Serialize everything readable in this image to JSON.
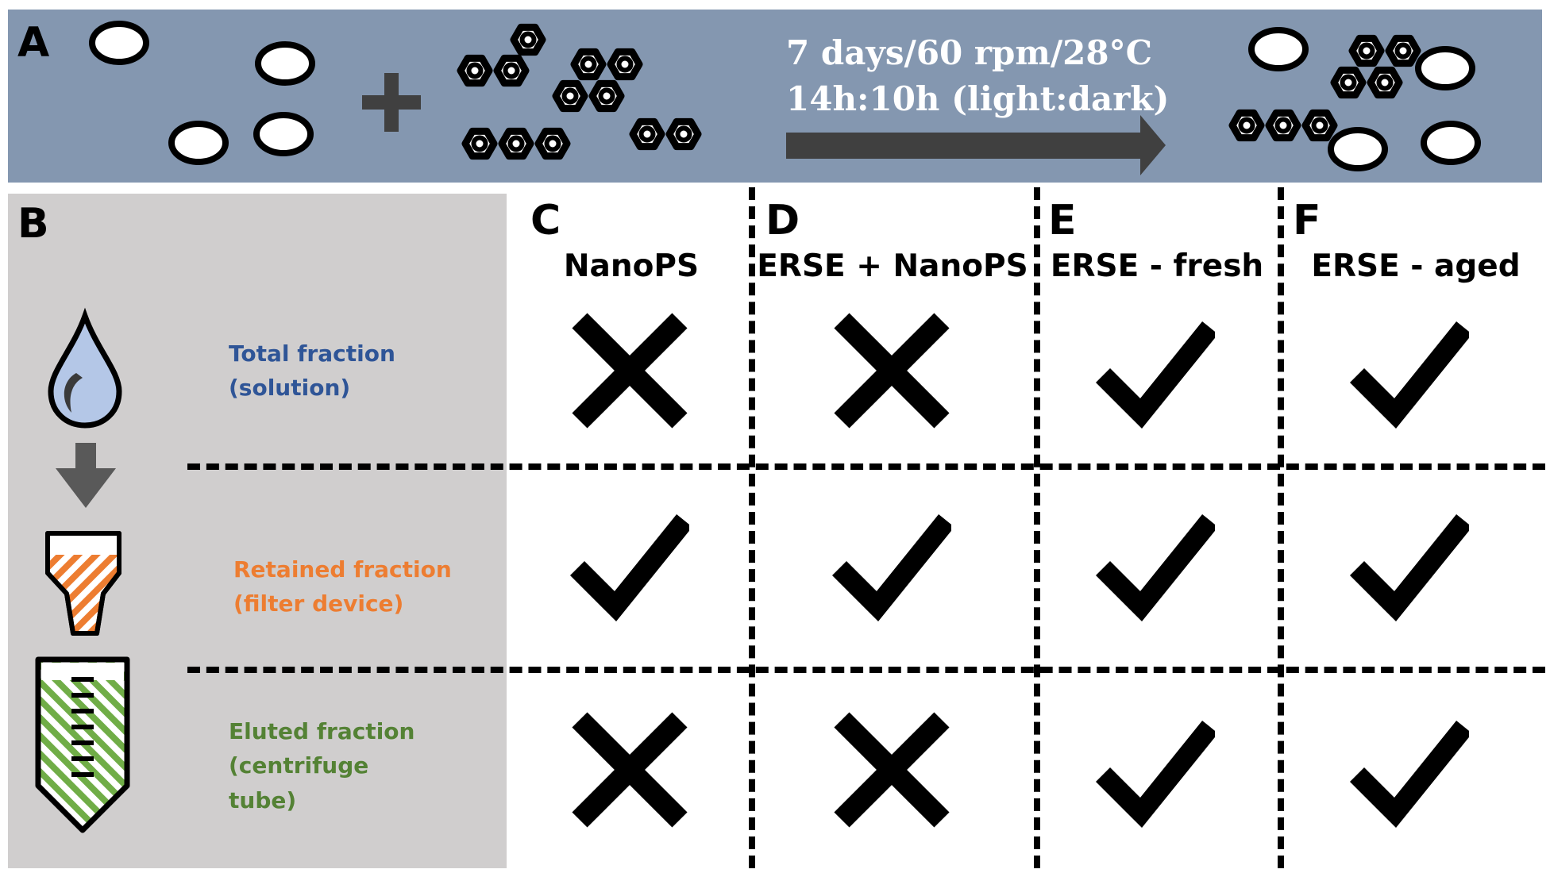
{
  "panels": {
    "a": {
      "letter": "A",
      "conditions_line1": "7 days/60 rpm/28°C",
      "conditions_line2": "14h:10h (light:dark)"
    },
    "b": {
      "letter": "B",
      "fractions": [
        {
          "label": "Total fraction\n(solution)",
          "color": "#2f5597"
        },
        {
          "label": "Retained fraction\n(filter device)",
          "color": "#ed7d31"
        },
        {
          "label": "Eluted fraction\n(centrifuge\ntube)",
          "color": "#548235"
        }
      ]
    },
    "columns": [
      {
        "letter": "C",
        "title": "NanoPS",
        "results": [
          "cross",
          "check",
          "cross"
        ]
      },
      {
        "letter": "D",
        "title": "ERSE + NanoPS",
        "results": [
          "cross",
          "check",
          "cross"
        ]
      },
      {
        "letter": "E",
        "title": "ERSE - fresh",
        "results": [
          "check",
          "check",
          "check"
        ]
      },
      {
        "letter": "F",
        "title": "ERSE - aged",
        "results": [
          "check",
          "check",
          "check"
        ]
      }
    ]
  },
  "colors": {
    "banner": "#8497b0",
    "left_panel": "#d0cece",
    "arrow": "#404040",
    "water_drop": "#b4c7e7"
  }
}
